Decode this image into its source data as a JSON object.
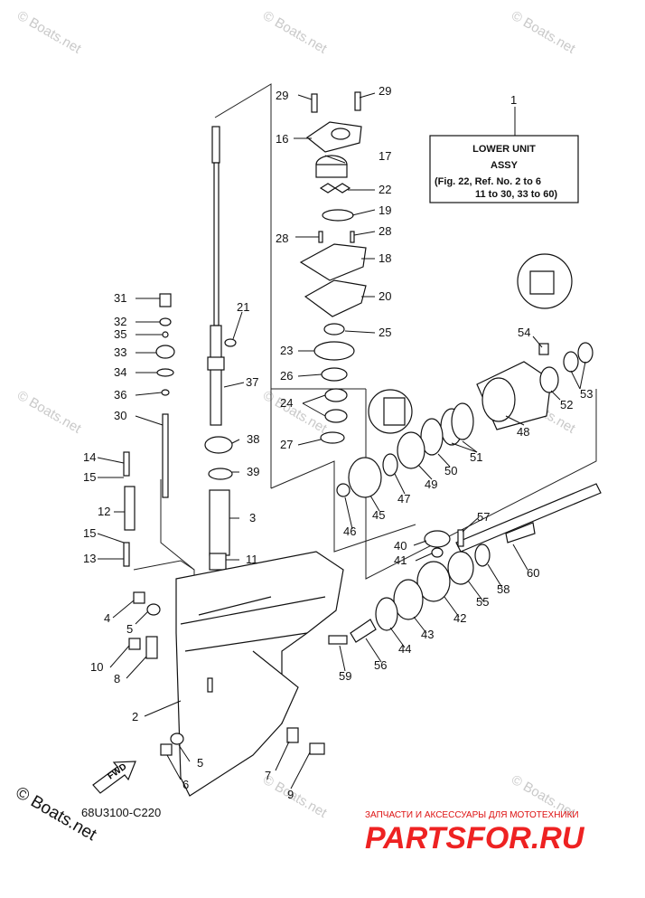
{
  "diagram": {
    "code": "68U3100-C220",
    "fwd_label": "FWD",
    "copyright": "© Boats.net",
    "watermark": "© Boats.net",
    "site_caption": "ЗАПЧАСТИ И АКСЕССУАРЫ ДЛЯ МОТОТЕХНИКИ",
    "site_logo": "PARTSFOR.RU",
    "box": {
      "ref": "1",
      "line1": "LOWER UNIT",
      "line2": "ASSY",
      "line3": "(Fig. 22, Ref. No. 2 to 6",
      "line4": "11 to 30, 33 to 60)"
    },
    "callouts": [
      "29",
      "29",
      "16",
      "17",
      "22",
      "19",
      "28",
      "28",
      "18",
      "20",
      "25",
      "23",
      "26",
      "24",
      "27",
      "21",
      "31",
      "32",
      "35",
      "33",
      "34",
      "36",
      "30",
      "37",
      "38",
      "39",
      "3",
      "11",
      "14",
      "15",
      "12",
      "15",
      "13",
      "4",
      "5",
      "10",
      "8",
      "2",
      "5",
      "6",
      "7",
      "9",
      "54",
      "53",
      "52",
      "48",
      "51",
      "50",
      "49",
      "47",
      "46",
      "45",
      "57",
      "40",
      "41",
      "60",
      "58",
      "55",
      "42",
      "43",
      "44",
      "56",
      "59"
    ]
  }
}
